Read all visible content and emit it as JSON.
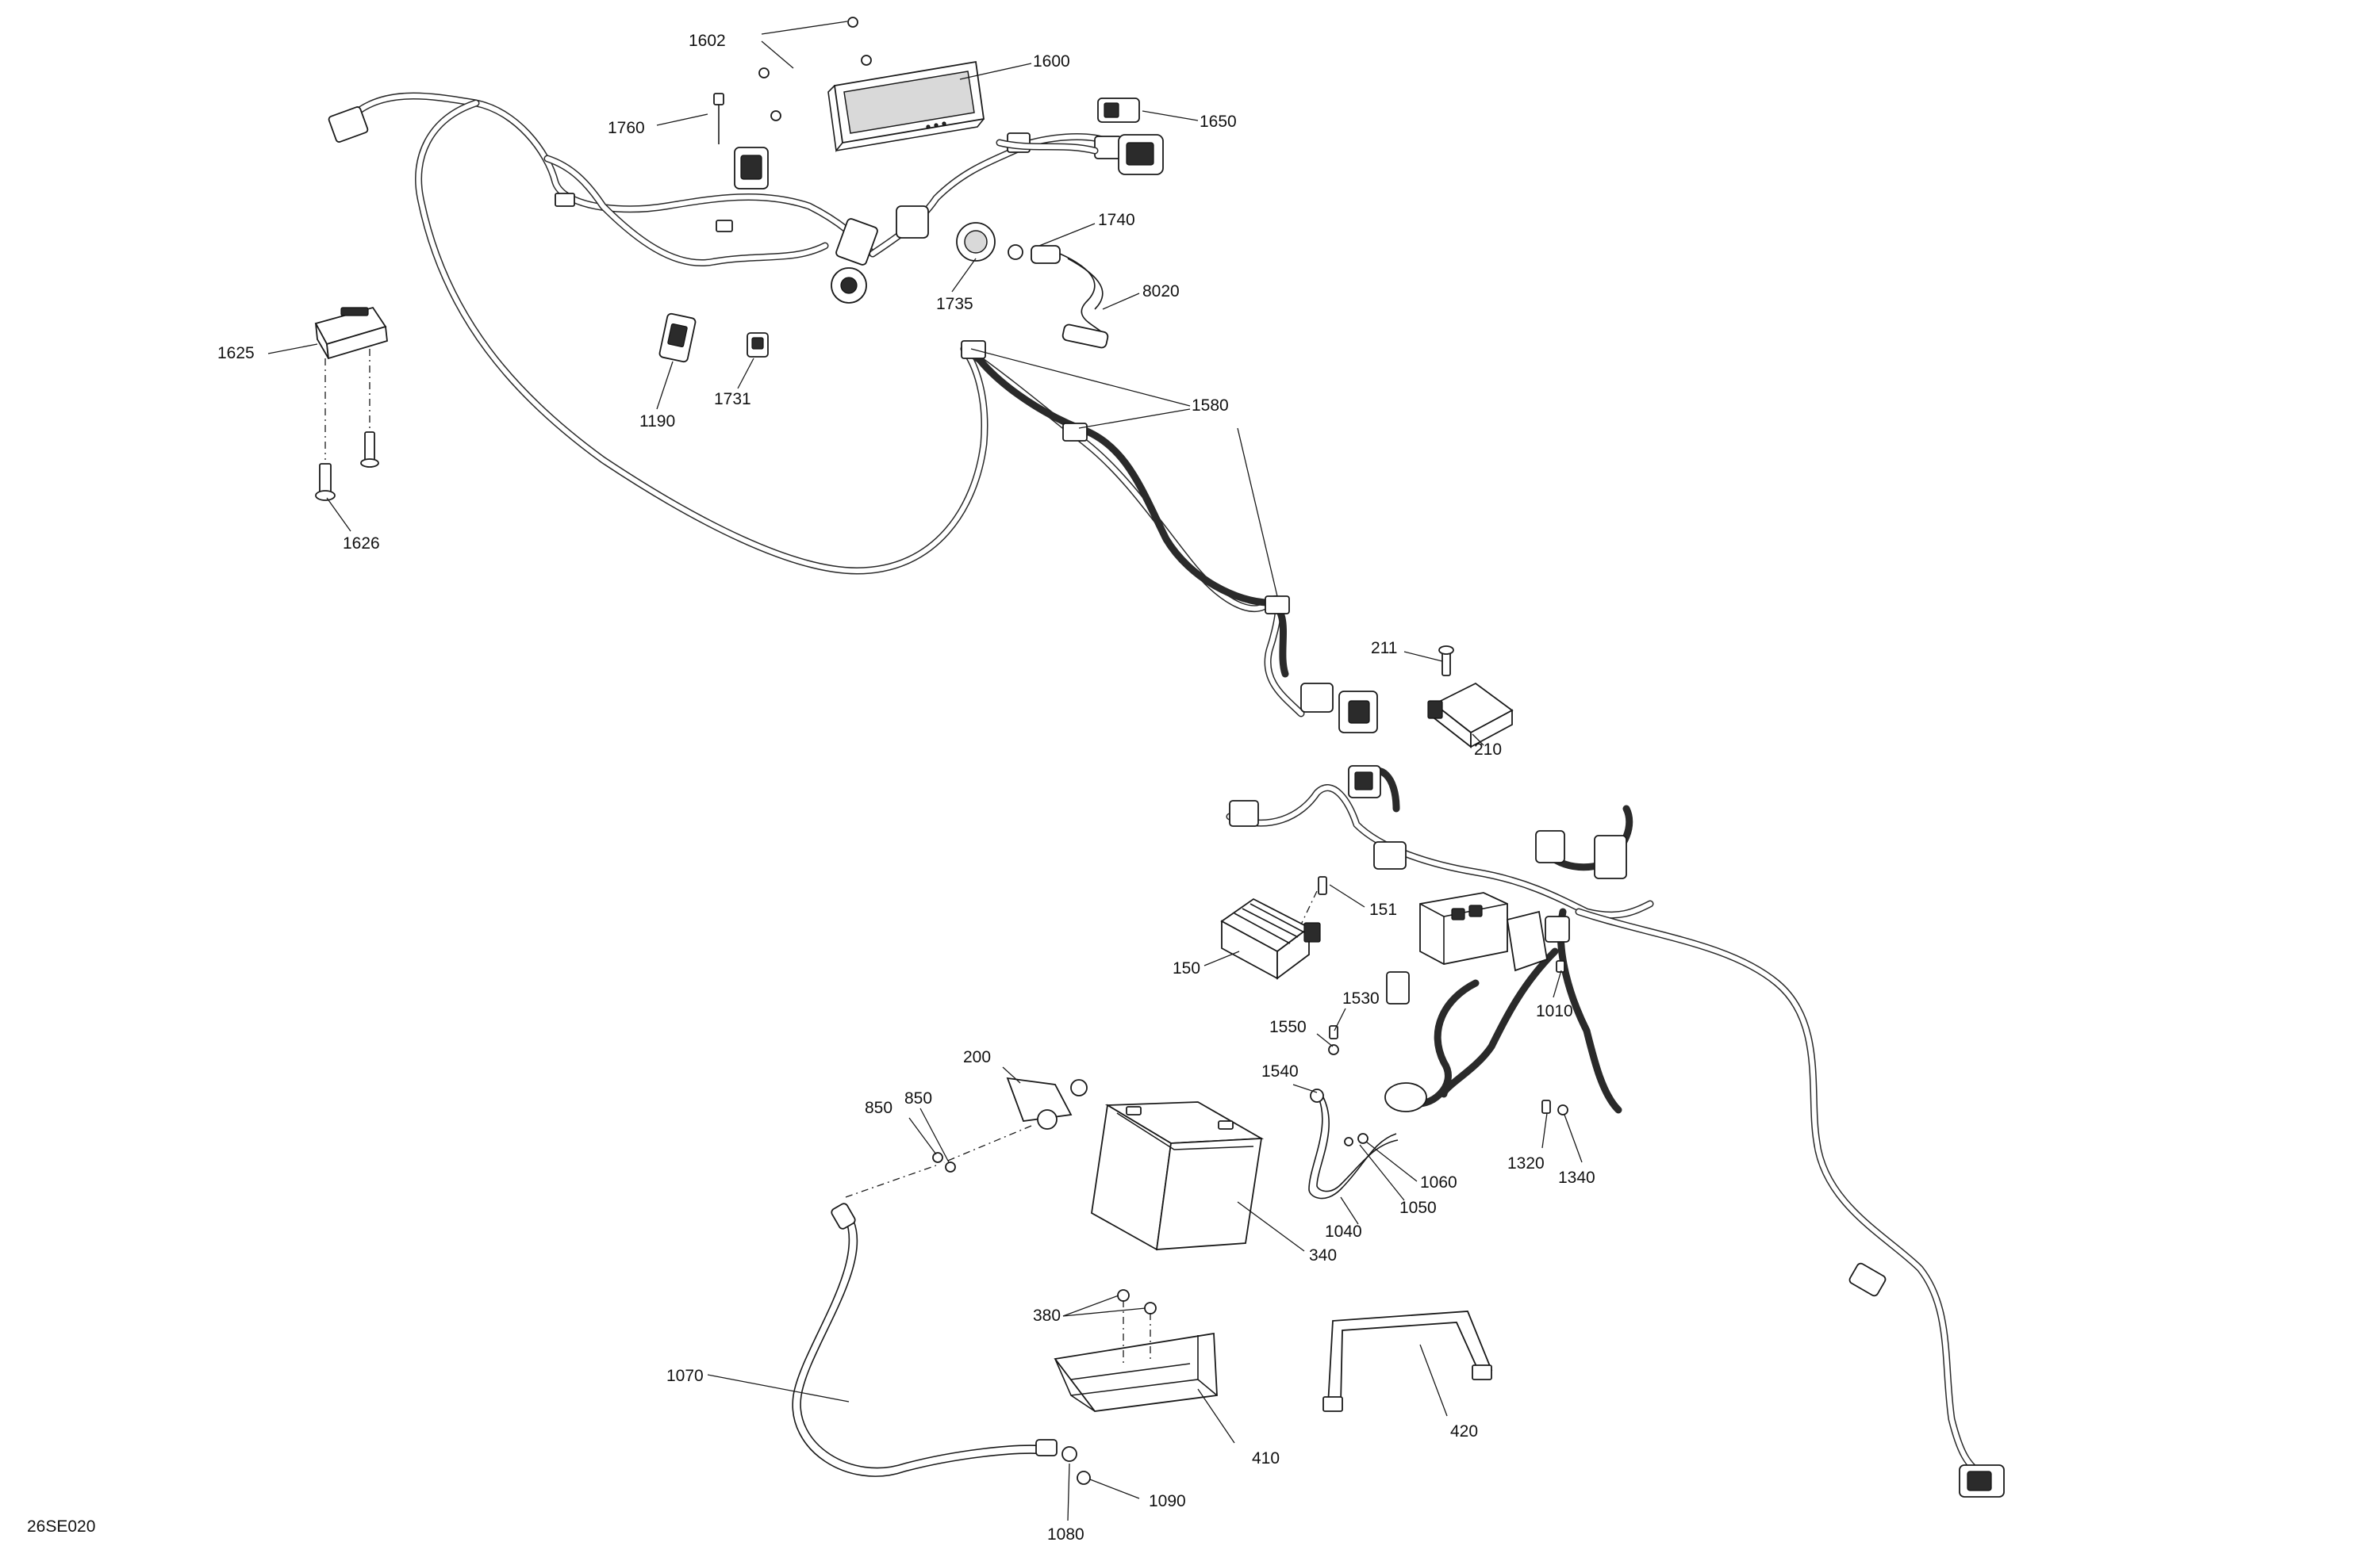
{
  "diagram_code": "26SE020",
  "callouts": [
    "1602",
    "1600",
    "1760",
    "1650",
    "1740",
    "1735",
    "8020",
    "1625",
    "1190",
    "1731",
    "1580",
    "1626",
    "211",
    "210",
    "151",
    "150",
    "1530",
    "1550",
    "1010",
    "1540",
    "200",
    "850",
    "850",
    "1060",
    "1320",
    "1340",
    "1050",
    "1040",
    "340",
    "380",
    "1070",
    "410",
    "420",
    "1090",
    "1080"
  ]
}
